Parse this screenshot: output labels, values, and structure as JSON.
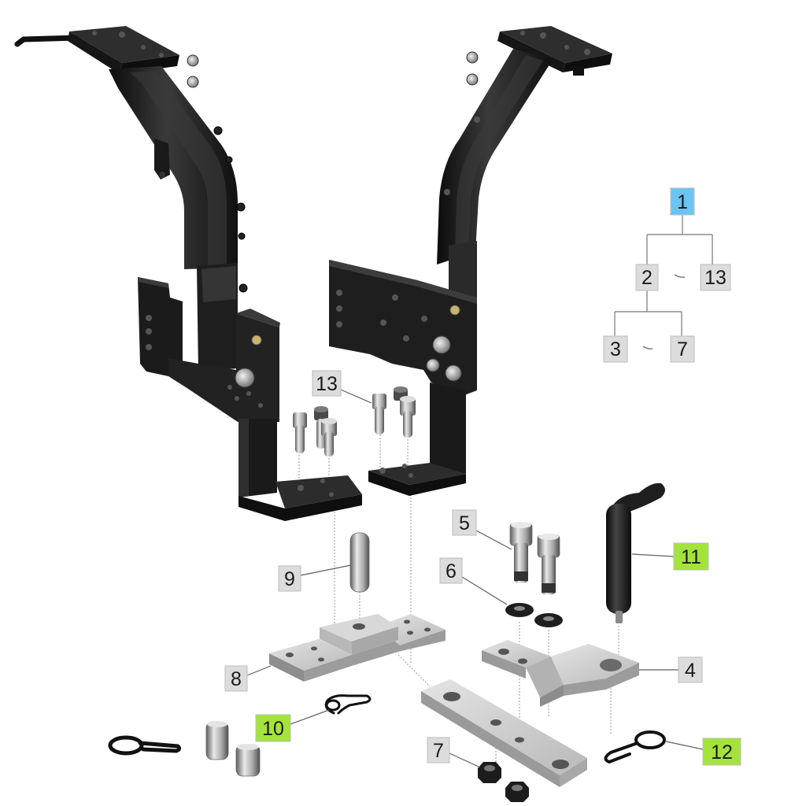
{
  "callouts": [
    {
      "label": "13",
      "highlight": false
    },
    {
      "label": "9",
      "highlight": false
    },
    {
      "label": "5",
      "highlight": false
    },
    {
      "label": "6",
      "highlight": false
    },
    {
      "label": "11",
      "highlight": true
    },
    {
      "label": "8",
      "highlight": false
    },
    {
      "label": "4",
      "highlight": false
    },
    {
      "label": "10",
      "highlight": true
    },
    {
      "label": "7",
      "highlight": false
    },
    {
      "label": "12",
      "highlight": true
    }
  ],
  "tree": {
    "root": "1",
    "level2": [
      "2",
      "13"
    ],
    "level3": [
      "3",
      "7"
    ]
  },
  "colors": {
    "label_box": "#dcdcdc",
    "label_highlight": "#a4e33b",
    "tree_root": "#6cc4f2",
    "bracket_black": "#1c1c1c",
    "steel_gray": "#c8c8c8"
  }
}
